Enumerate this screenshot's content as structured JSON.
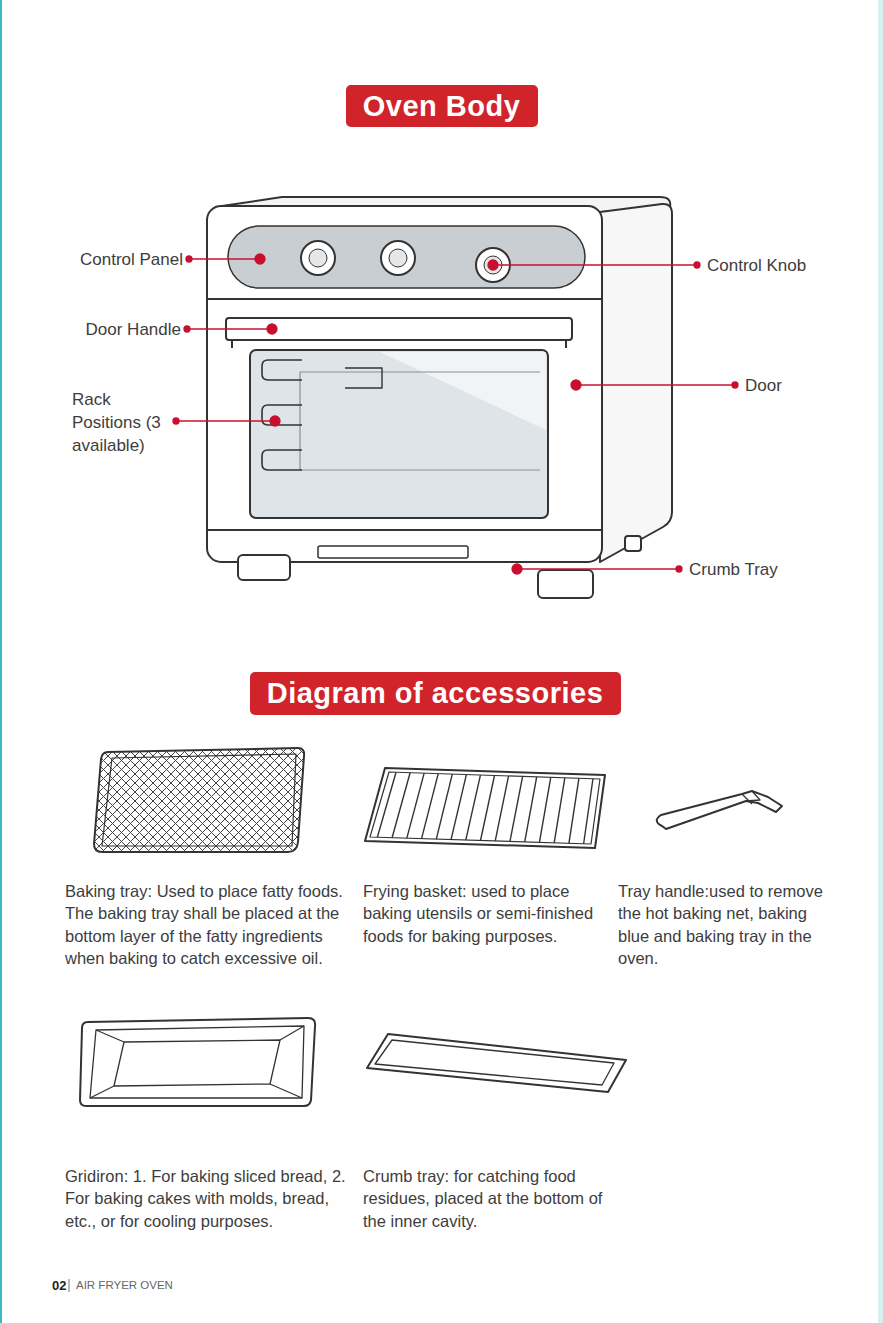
{
  "diagram": {
    "nodes": [
      {
        "text": [
          "Oven Body"
        ]
      },
      {
        "text": [
          "Diagram of accessories"
        ]
      }
    ],
    "labels": [
      "Control Panel",
      "Door Handle",
      "Rack Positions (3 available)",
      "Control Knob",
      "Door",
      "Crumb Tray",
      "Baking tray: Used to place fatty foods. The baking tray shall be placed at the bottom layer of the fatty ingredients when baking to catch excessive oil.",
      "Frying basket: used to place baking utensils or semi-finished foods for baking purposes.",
      "Tray handle:used to remove the hot baking net, baking blue and baking tray in the oven.",
      "Gridiron: 1. For baking sliced bread, 2. For baking cakes with molds, bread, etc., or for cooling purposes.",
      "Crumb tray: for catching food residues, placed at the bottom of the inner cavity.",
      "02",
      "AIR FRYER OVEN"
    ]
  }
}
